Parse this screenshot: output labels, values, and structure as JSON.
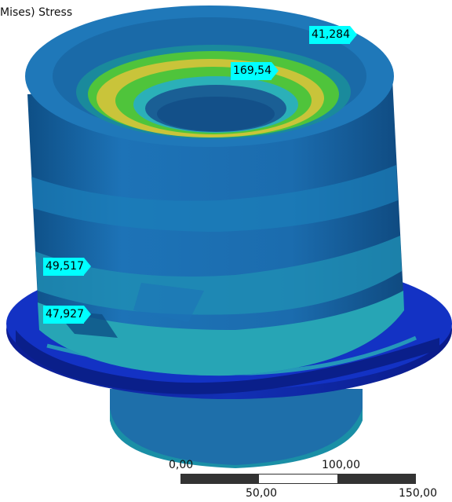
{
  "viewport": {
    "title": "Mises) Stress",
    "probes": [
      {
        "id": "probe-top-outer",
        "value": "41,284"
      },
      {
        "id": "probe-inner-ring",
        "value": "169,54"
      },
      {
        "id": "probe-body-upper",
        "value": "49,517"
      },
      {
        "id": "probe-body-lower",
        "value": "47,927"
      }
    ],
    "scale_bar": {
      "labels": {
        "l0": "0,00",
        "l50": "50,00",
        "l100": "100,00",
        "l150": "150,00"
      },
      "colors": {
        "dark": "#333333",
        "light": "#ffffff"
      }
    },
    "colors": {
      "probe_bg": "#00ffff",
      "blue": "#1f6fb0",
      "dark_blue": "#0a1fa0",
      "cyan": "#2bb0b8",
      "green": "#4fc43b",
      "yellow": "#c9c43a"
    }
  }
}
